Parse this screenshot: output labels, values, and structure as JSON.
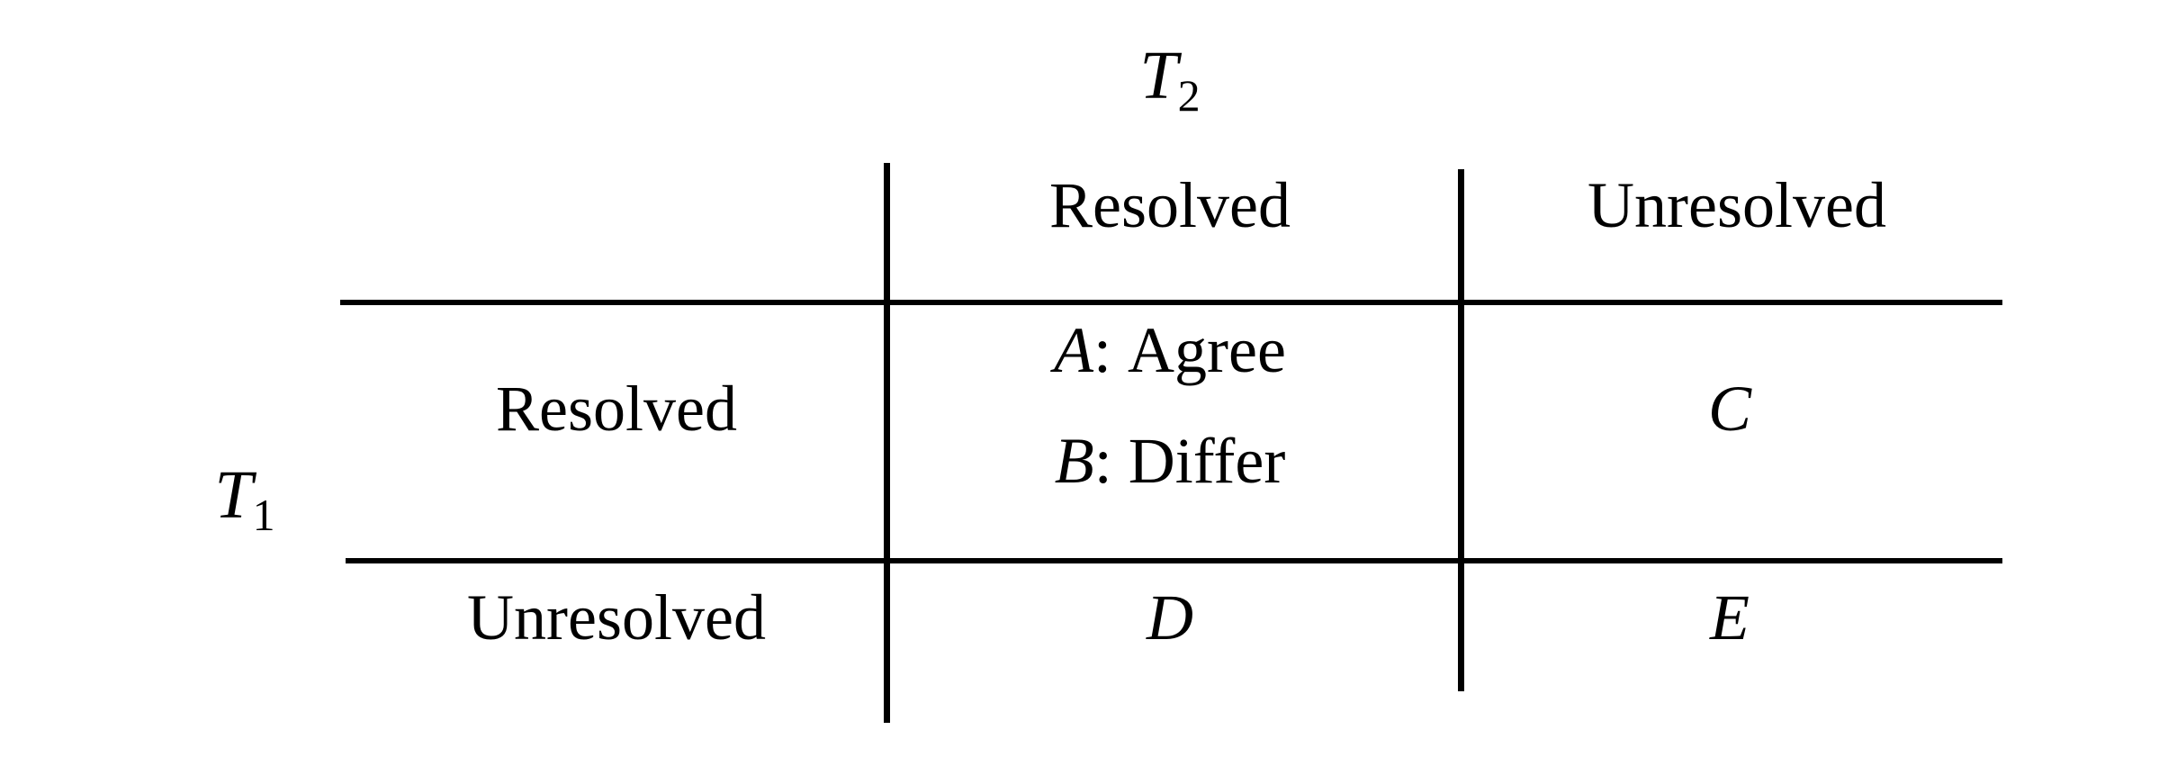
{
  "figure": {
    "type": "contingency-table",
    "description": "Two-by-two contingency table comparing outcomes of trial T1 versus trial T2",
    "row_variable": "T_1",
    "column_variable": "T_2"
  },
  "labels": {
    "row_axis": {
      "base": "T",
      "subscript": "1"
    },
    "column_axis": {
      "base": "T",
      "subscript": "2"
    }
  },
  "table": {
    "column_headers": [
      "Resolved",
      "Unresolved"
    ],
    "row_headers": [
      "Resolved",
      "Unresolved"
    ],
    "cells": [
      [
        {
          "lines": [
            {
              "symbol": "A",
              "separator": ":",
              "text": "Agree"
            },
            {
              "symbol": "B",
              "separator": ":",
              "text": "Differ"
            }
          ]
        },
        {
          "lines": [
            {
              "symbol": "C",
              "separator": "",
              "text": ""
            }
          ]
        }
      ],
      [
        {
          "lines": [
            {
              "symbol": "D",
              "separator": "",
              "text": ""
            }
          ]
        },
        {
          "lines": [
            {
              "symbol": "E",
              "separator": "",
              "text": ""
            }
          ]
        }
      ]
    ]
  },
  "cell_text": {
    "header_resolved": "Resolved",
    "header_unresolved": "Unresolved",
    "row1_label": "Resolved",
    "row2_label": "Unresolved",
    "a_symbol": "A",
    "a_sep": ":",
    "a_text": "Agree",
    "b_symbol": "B",
    "b_sep": ":",
    "b_text": "Differ",
    "c_symbol": "C",
    "d_symbol": "D",
    "e_symbol": "E",
    "t1_base": "T",
    "t1_sub": "1",
    "t2_base": "T",
    "t2_sub": "2"
  },
  "style": {
    "ink": "#000000",
    "background": "#ffffff"
  }
}
